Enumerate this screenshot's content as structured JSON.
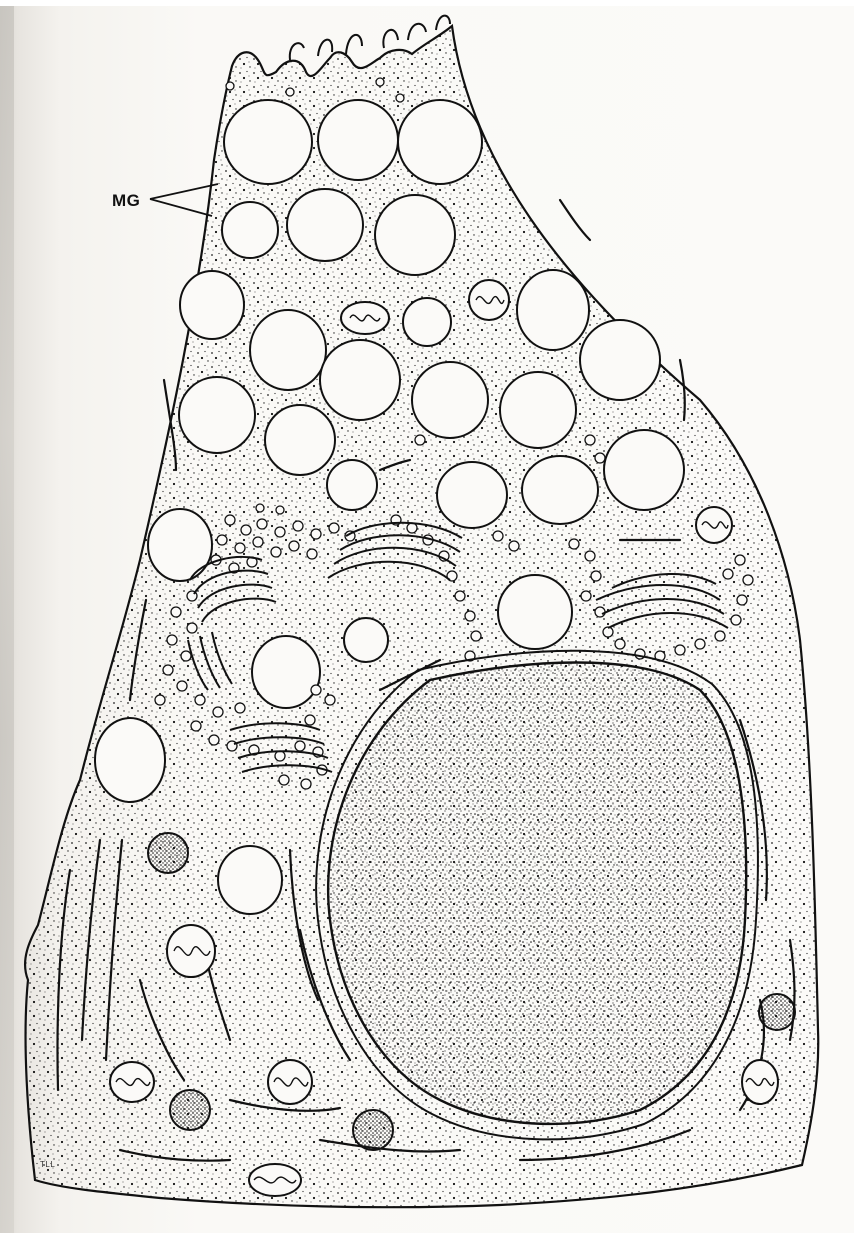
{
  "figure": {
    "label_mg": "MG",
    "artist_initials": "TLL"
  },
  "colors": {
    "paper": "#fbfaf8",
    "ink": "#111111",
    "cytoplasm": "#f7f5f1",
    "nucleus_fill": "#e9e6e0"
  },
  "structures": {
    "mucous_granules": "mucous-granules",
    "golgi": "golgi-stacks",
    "mitochondria": "mitochondria",
    "rough_er": "rough-er-cisternae",
    "nucleus": "nucleus",
    "dense_bodies": "dense-bodies",
    "microvilli": "microvilli"
  }
}
